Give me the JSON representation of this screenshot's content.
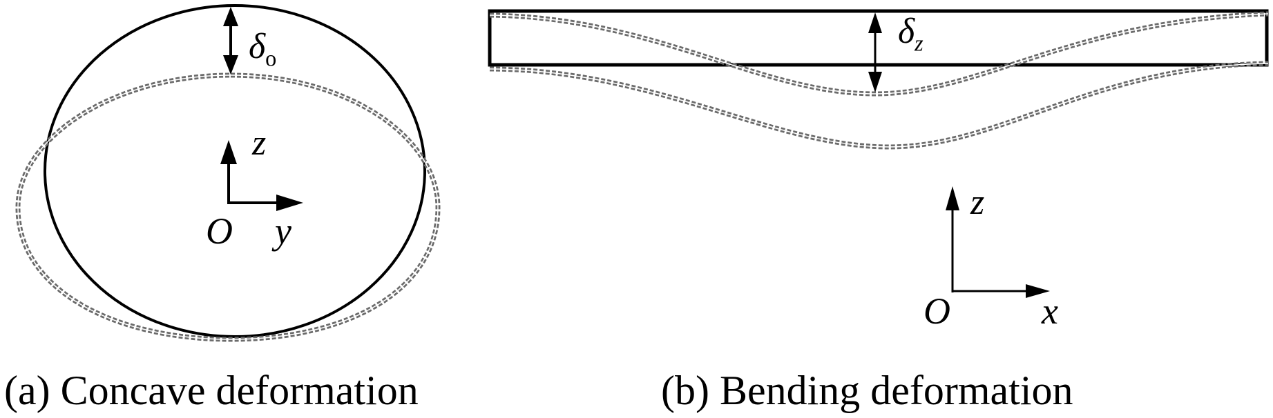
{
  "panel_a": {
    "caption": "(a) Concave deformation",
    "delta_symbol": "δ",
    "delta_subscript": "o",
    "axis_vertical": "z",
    "axis_horizontal": "y",
    "origin": "O"
  },
  "panel_b": {
    "caption": "(b) Bending deformation",
    "delta_symbol": "δ",
    "delta_subscript": "z",
    "axis_vertical": "z",
    "axis_horizontal": "x",
    "origin": "O"
  },
  "colors": {
    "line": "#000000",
    "deformed": "#6b6b6b"
  }
}
